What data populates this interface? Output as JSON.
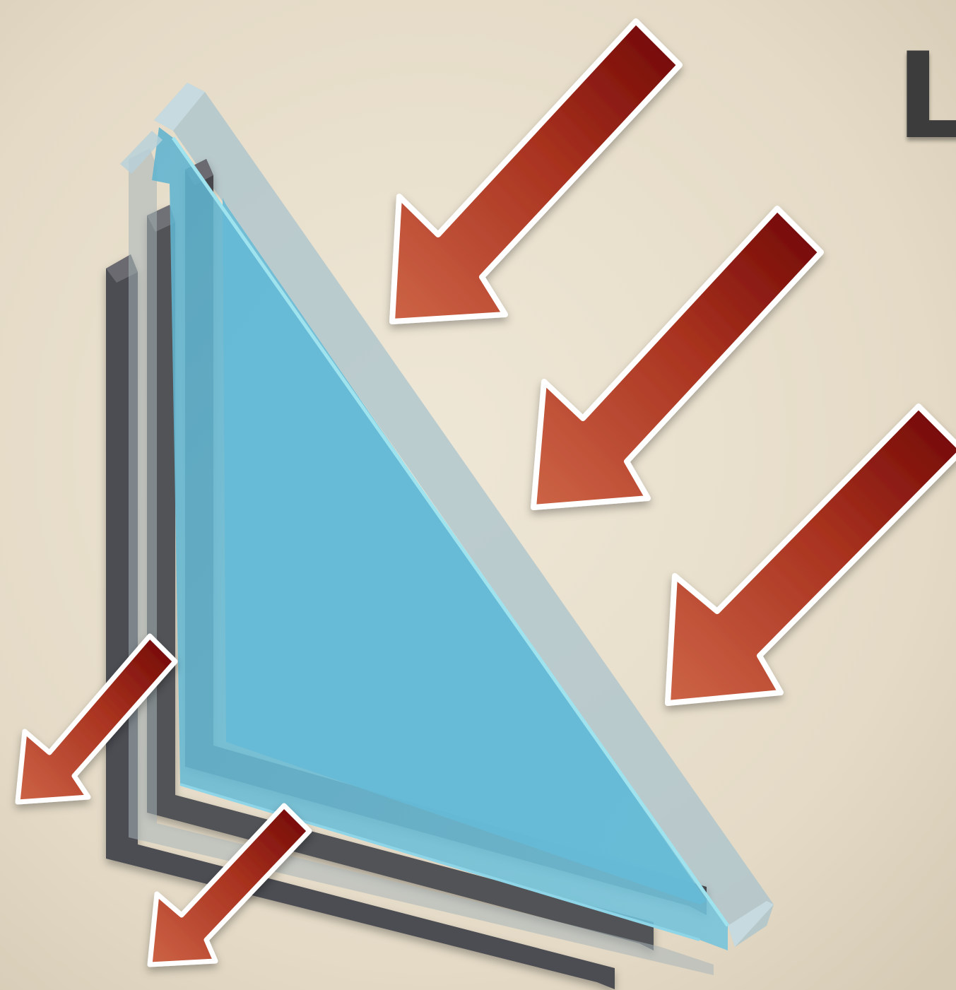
{
  "heading": {
    "text": "L"
  },
  "colors": {
    "background": "#e6dcc8",
    "glass": "#6fc0d8",
    "frame": "#4a4b4f",
    "arrow_dark": "#7a0b0b",
    "arrow_light": "#c65a3e",
    "outline": "#ffffff",
    "text": "#3c3c3c"
  },
  "diagram": {
    "incoming_arrows": 3,
    "outgoing_arrows": 2,
    "glass_panes": 2
  }
}
